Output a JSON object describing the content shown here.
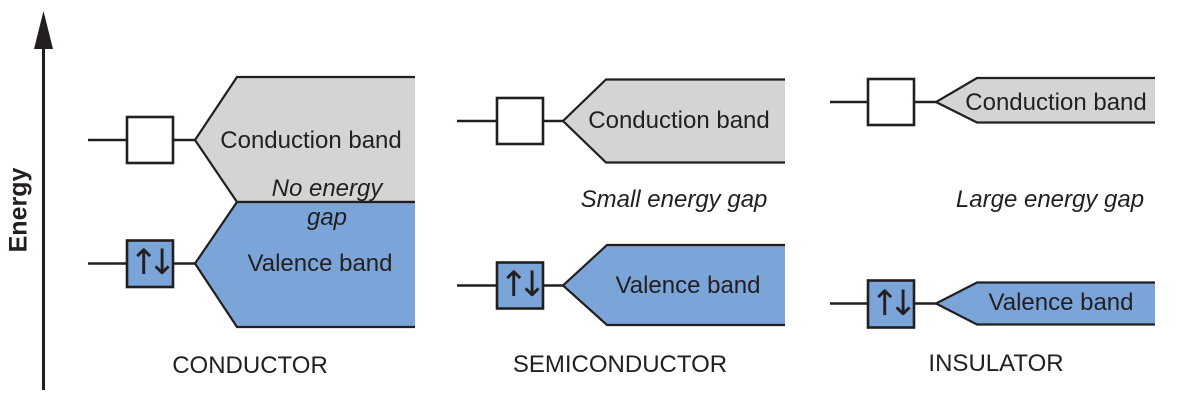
{
  "figure": {
    "axis_label": "Energy"
  },
  "colors": {
    "band_gray": "#d3d4d6",
    "band_blue": "#7ba4d8",
    "ink": "#231f20",
    "background": "#ffffff",
    "empty_box": "#ffffff"
  },
  "icons": {
    "energy_axis": "up-arrow-icon",
    "paired_electrons": "up-down-arrows-icon"
  },
  "panels": [
    {
      "caption": "CONDUCTOR",
      "conduction_label": "Conduction band",
      "valence_label": "Valence band",
      "gap_label_line1": "No energy",
      "gap_label_line2": "gap",
      "paired_electrons": "↑↓"
    },
    {
      "caption": "SEMICONDUCTOR",
      "conduction_label": "Conduction band",
      "valence_label": "Valence band",
      "gap_label": "Small energy gap",
      "paired_electrons": "↑↓"
    },
    {
      "caption": "INSULATOR",
      "conduction_label": "Conduction band",
      "valence_label": "Valence band",
      "gap_label": "Large energy gap",
      "paired_electrons": "↑↓"
    }
  ]
}
